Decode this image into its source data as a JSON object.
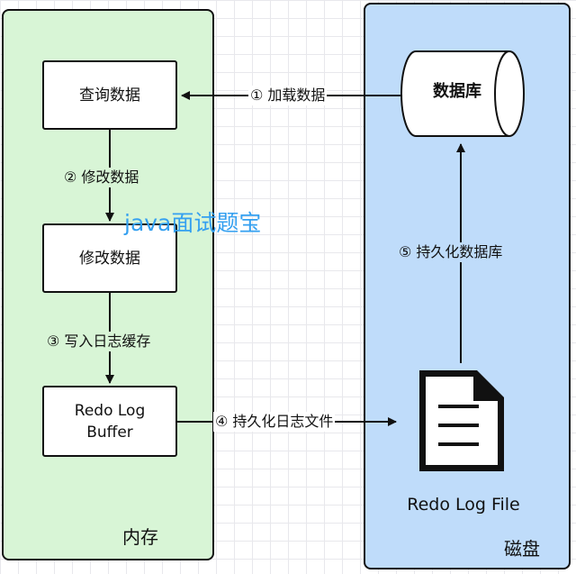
{
  "panels": {
    "memory_title": "内存",
    "disk_title": "磁盘"
  },
  "nodes": {
    "query": "查询数据",
    "modify": "修改数据",
    "buffer": "Redo Log\nBuffer",
    "database": "数据库",
    "redo_file": "Redo Log File"
  },
  "edges": {
    "load": "① 加载数据",
    "modify": "② 修改数据",
    "write_log": "③ 写入日志缓存",
    "persist_log": "④ 持久化日志文件",
    "persist_db": "⑤ 持久化数据库"
  },
  "watermark": "java面试题宝",
  "colors": {
    "memory_bg": "#d8f5d6",
    "disk_bg": "#bfdcfa",
    "watermark": "#34a0f0"
  },
  "icons": {
    "database": "cylinder-icon",
    "file": "document-icon"
  }
}
